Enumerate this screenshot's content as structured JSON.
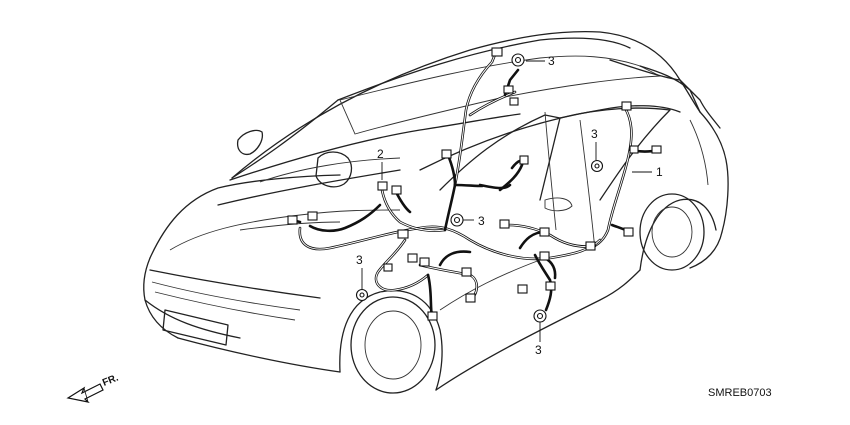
{
  "callouts": {
    "label_1": "1",
    "label_2": "2",
    "label_3_top": "3",
    "label_3_b_pillar": "3",
    "label_3_dash": "3",
    "label_3_front_left": "3",
    "label_3_floor": "3"
  },
  "direction_marker": {
    "text": "FR."
  },
  "diagram_code": "SMREB0703",
  "colors": {
    "line": "#111111",
    "background": "#ffffff"
  }
}
